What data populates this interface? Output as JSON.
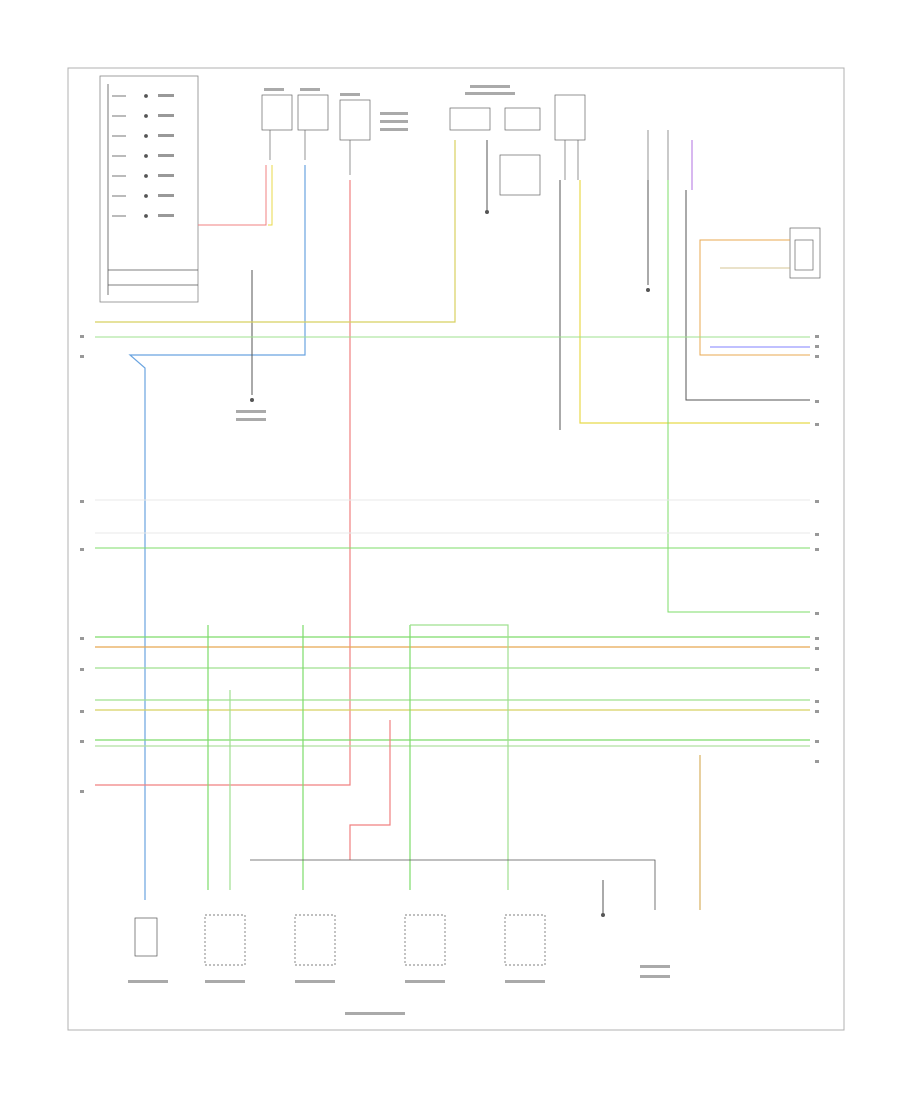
{
  "header": {
    "title": "",
    "footer_left": ""
  },
  "colors": {
    "background": "#ffffff",
    "frame": "#b0b0b0",
    "wire_green": "#7ddc6a",
    "wire_yellow": "#e8d94a",
    "wire_blue": "#6aa4e0",
    "wire_red": "#f08080",
    "wire_orange": "#f0a050",
    "wire_black": "#555555",
    "wire_violet": "#b070e0",
    "wire_lightblue": "#8080ff",
    "wire_gray": "#c8c8c8"
  },
  "icons": [
    "ground-symbol",
    "connector-symbol",
    "splice-dot",
    "injector-coil-symbol"
  ]
}
